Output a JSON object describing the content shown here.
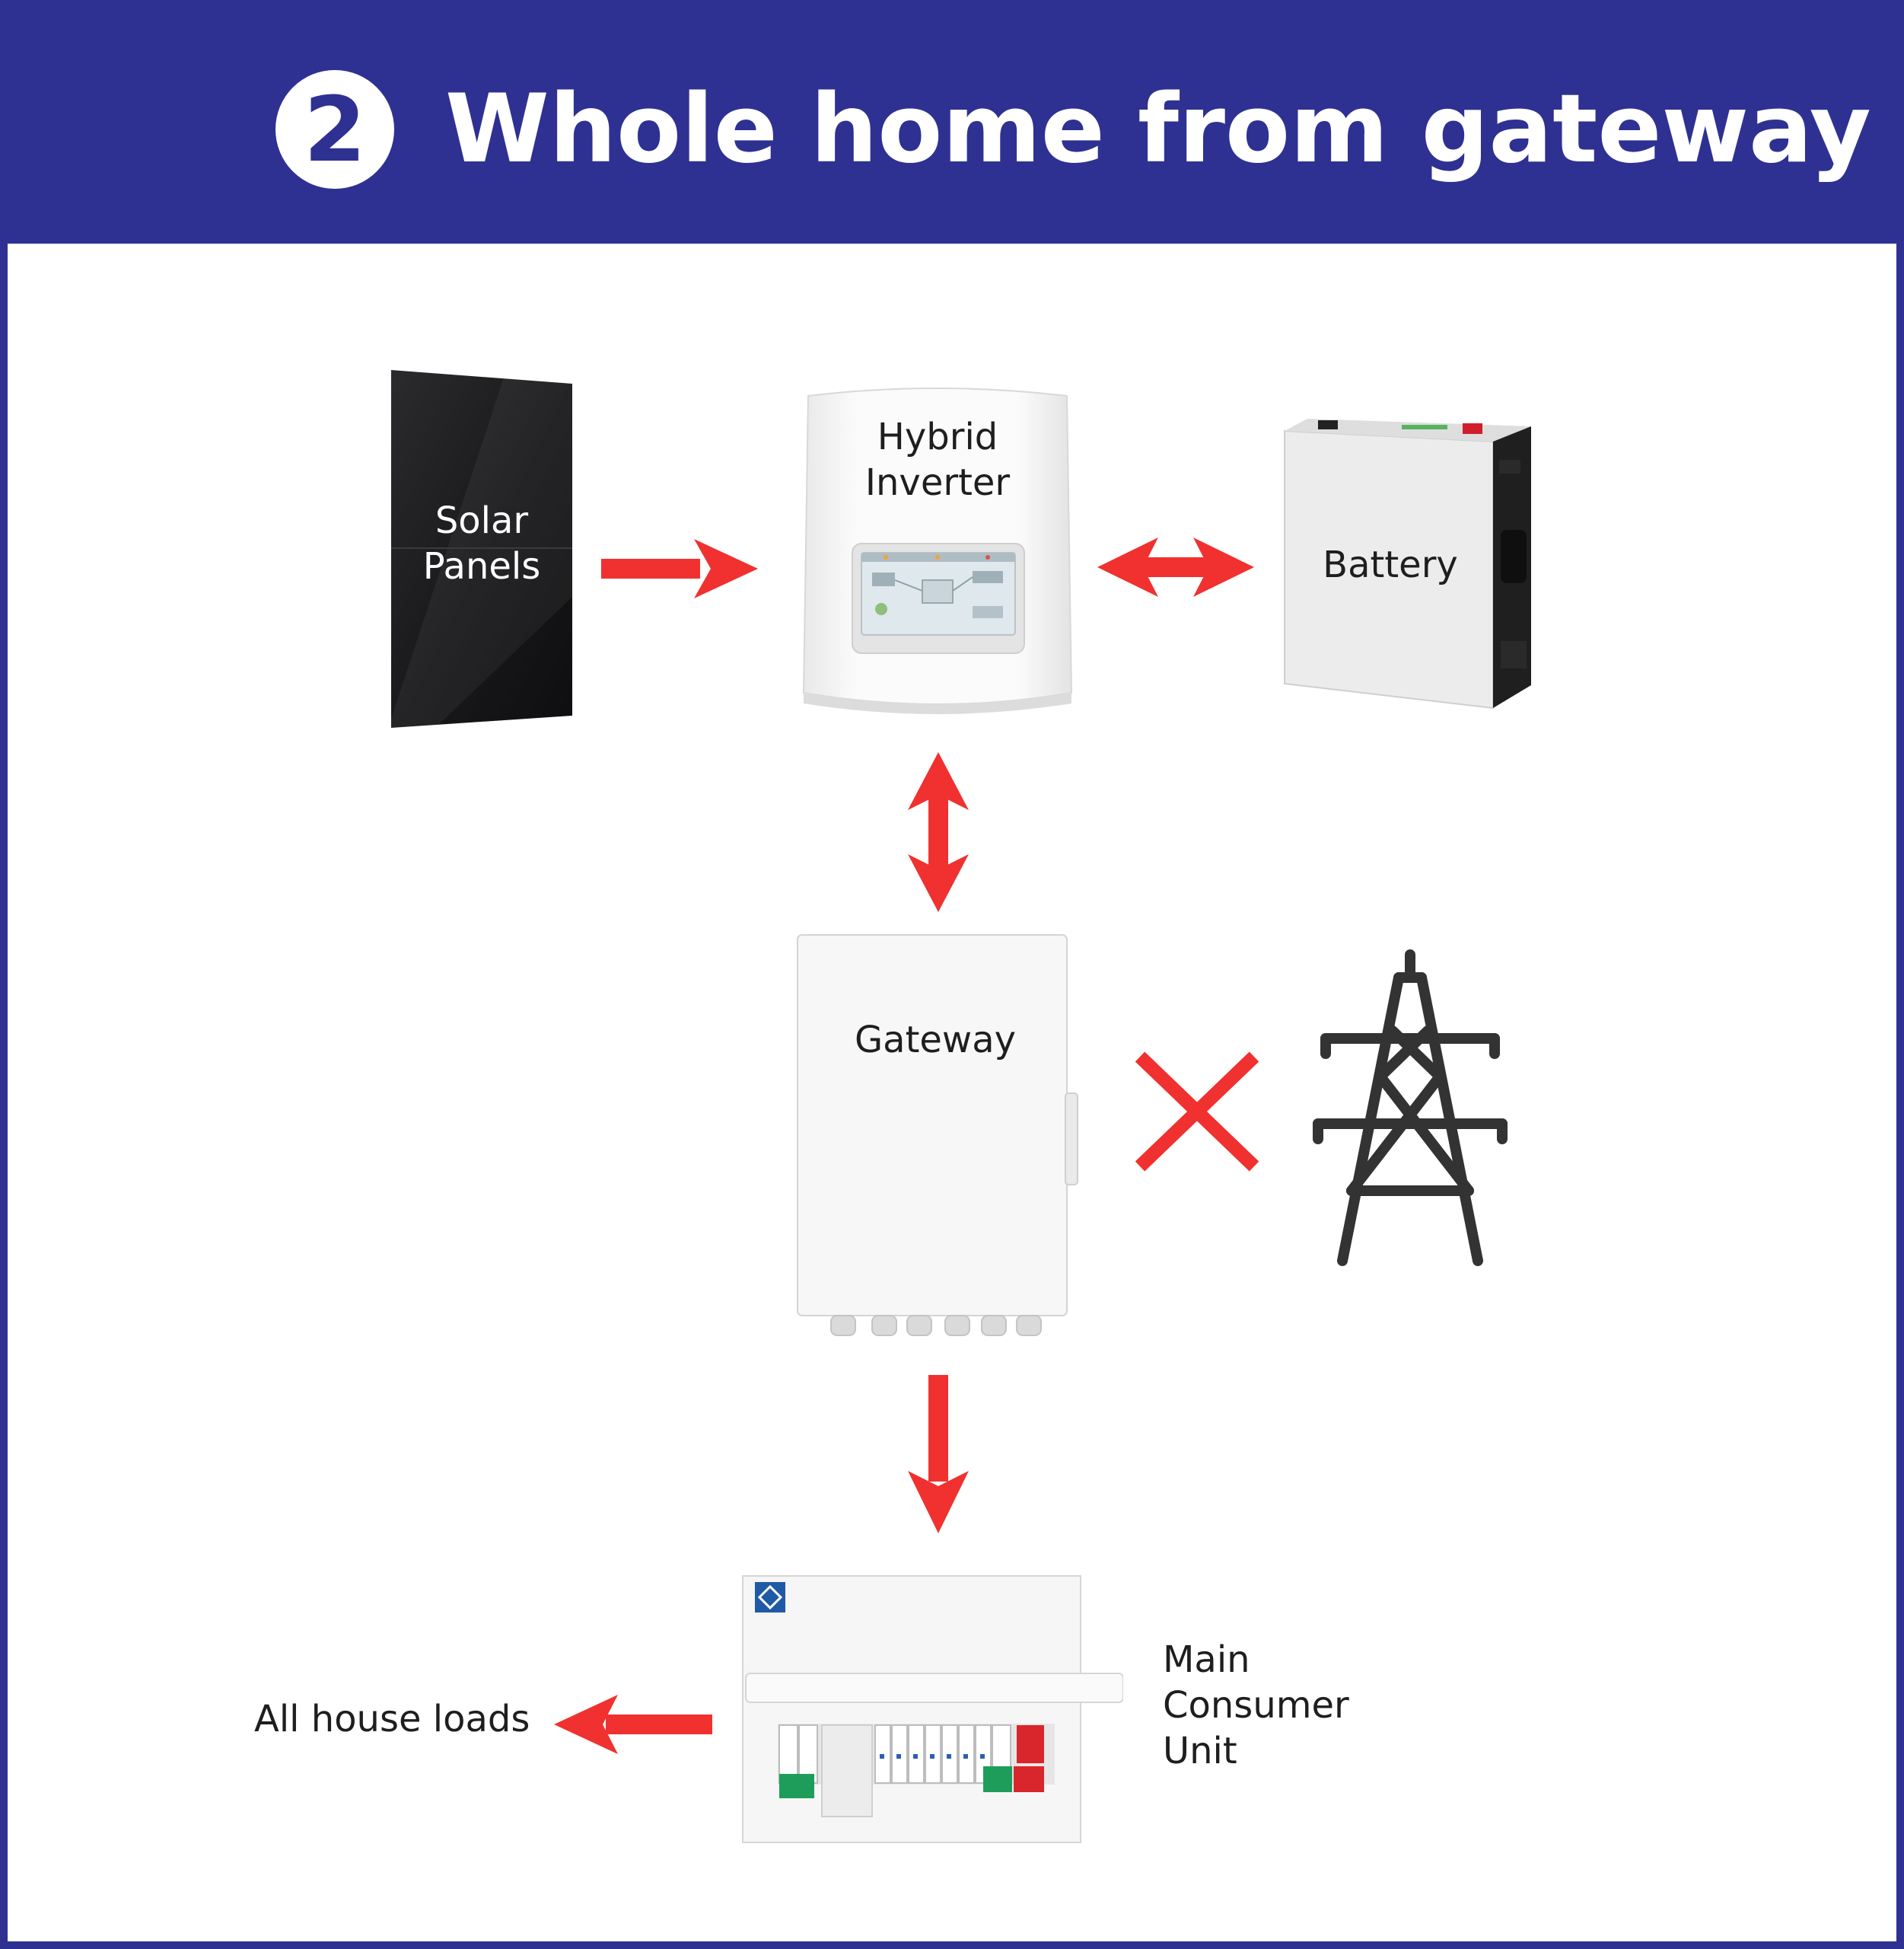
{
  "header": {
    "step_number": "2",
    "title": "Whole home from gateway"
  },
  "colors": {
    "brand": "#2e3192",
    "arrow": "#f0312f",
    "pylon": "#333333"
  },
  "nodes": {
    "solar": {
      "line1": "Solar",
      "line2": "Panels"
    },
    "inverter": {
      "line1": "Hybrid",
      "line2": "Inverter"
    },
    "battery": {
      "label": "Battery"
    },
    "gateway": {
      "label": "Gateway"
    },
    "consumer_unit": {
      "line1": "Main",
      "line2": "Consumer",
      "line3": "Unit"
    },
    "loads": {
      "label": "All house loads"
    }
  },
  "icons": [
    "solar-panel-icon",
    "hybrid-inverter-icon",
    "battery-icon",
    "gateway-box-icon",
    "disconnected-cross-icon",
    "grid-pylon-icon",
    "consumer-unit-icon"
  ]
}
